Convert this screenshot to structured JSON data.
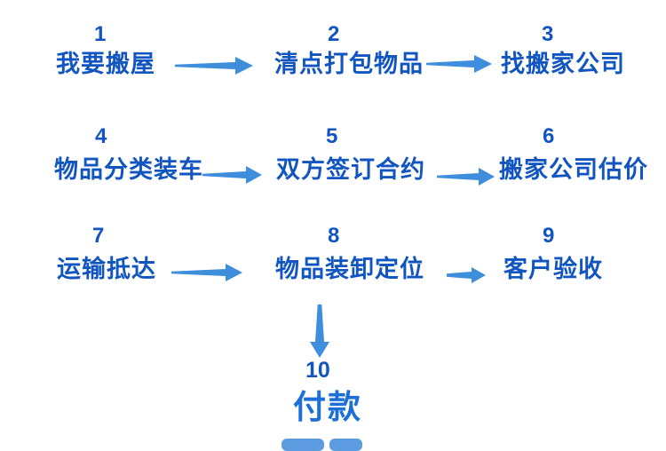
{
  "diagram": {
    "type": "flowchart",
    "topic": "moving-house-process",
    "steps": [
      {
        "number": "1",
        "label": "我要搬屋"
      },
      {
        "number": "2",
        "label": "清点打包物品"
      },
      {
        "number": "3",
        "label": "找搬家公司"
      },
      {
        "number": "4",
        "label": "物品分类装车"
      },
      {
        "number": "5",
        "label": "双方签订合约"
      },
      {
        "number": "6",
        "label": "搬家公司估价"
      },
      {
        "number": "7",
        "label": "运输抵达"
      },
      {
        "number": "8",
        "label": "物品装卸定位"
      },
      {
        "number": "9",
        "label": "客户验收"
      },
      {
        "number": "10",
        "label": "付款"
      }
    ],
    "connectors": [
      {
        "from": "1",
        "to": "2",
        "direction": "right"
      },
      {
        "from": "2",
        "to": "3",
        "direction": "right"
      },
      {
        "from": "4",
        "to": "5",
        "direction": "right"
      },
      {
        "from": "5",
        "to": "6",
        "direction": "right"
      },
      {
        "from": "7",
        "to": "8",
        "direction": "right"
      },
      {
        "from": "8",
        "to": "9",
        "direction": "right"
      },
      {
        "from": "8",
        "to": "10",
        "direction": "down"
      }
    ],
    "colors": {
      "step_text": "#1155c0",
      "final_label": "#1b6fd6",
      "arrow": "#3e8edc",
      "background": "#ffffff"
    }
  }
}
